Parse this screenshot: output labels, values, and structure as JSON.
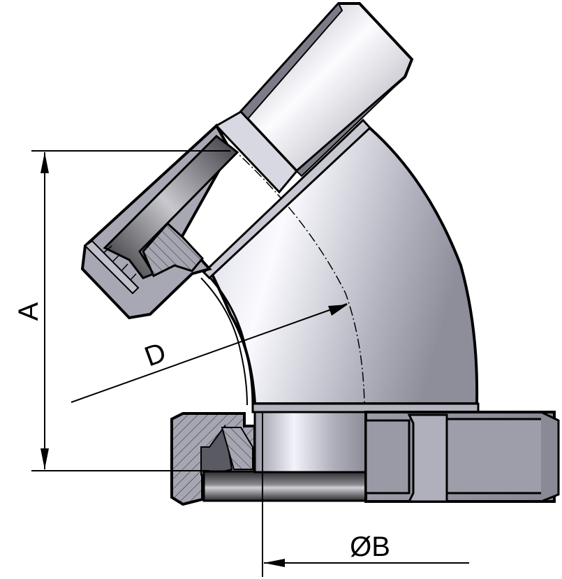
{
  "drawing": {
    "subject": "45-degree elbow with union nut and male thread (sectional view)",
    "background_color": "#ffffff",
    "line_color": "#000000",
    "metal_colors": {
      "light": "#eeeef6",
      "mid": "#b8b8c4",
      "dark": "#8a8a96",
      "seal_dark": "#3c3c42",
      "section_face": "#a8a8b4"
    }
  },
  "dimensions": {
    "A": {
      "label": "A",
      "orientation": "vertical"
    },
    "D": {
      "label": "D",
      "orientation": "diagonal"
    },
    "B": {
      "label": "ØB",
      "orientation": "horizontal"
    }
  }
}
